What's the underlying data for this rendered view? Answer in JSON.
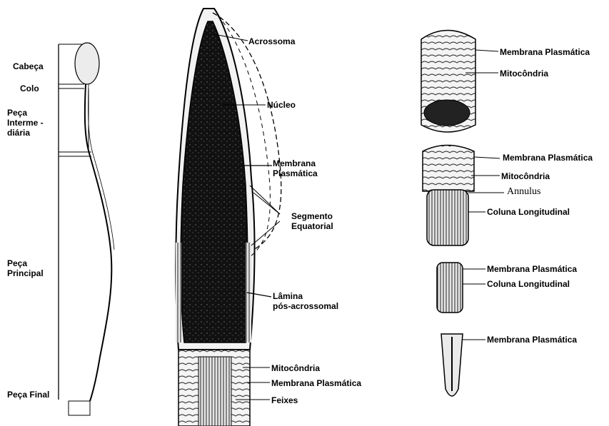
{
  "regions": {
    "head": "Cabeça",
    "neck": "Colo",
    "midpiece": "Peça\nInterme -\ndiária",
    "principal_piece": "Peça\nPrincipal",
    "end_piece": "Peça Final"
  },
  "head_detail": {
    "acrosome": "Acrossoma",
    "nucleus": "Núcleo",
    "plasma_membrane": "Membrana\nPlasmática",
    "equatorial_segment": "Segmento\nEquatorial",
    "postacrosomal_lamina": "Lâmina\npós-acrossomal",
    "mitochondria": "Mitocôndria",
    "plasma_membrane_2": "Membrana Plasmática",
    "bundles": "Feixes"
  },
  "tail_sections": {
    "s1_plasma_membrane": "Membrana Plasmática",
    "s1_mitochondria": "Mitocôndria",
    "s2_plasma_membrane": "Membrana Plasmática",
    "s2_mitochondria": "Mitocôndria",
    "s2_annulus": "Annulus",
    "s2_longitudinal_column": "Coluna Longitudinal",
    "s3_plasma_membrane": "Membrana Plasmática",
    "s3_longitudinal_column": "Coluna Longitudinal",
    "s4_plasma_membrane": "Membrana Plasmática"
  }
}
